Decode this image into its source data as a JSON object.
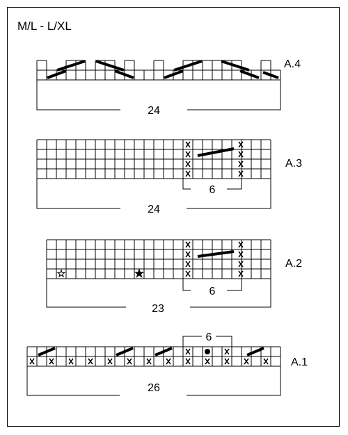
{
  "size_label": "M/L - L/XL",
  "charts": [
    {
      "name": "A.4",
      "width_count": "24"
    },
    {
      "name": "A.3",
      "width_count": "24",
      "repeat_count": "6"
    },
    {
      "name": "A.2",
      "width_count": "23",
      "repeat_count": "6"
    },
    {
      "name": "A.1",
      "width_count": "26",
      "repeat_count": "6"
    }
  ]
}
